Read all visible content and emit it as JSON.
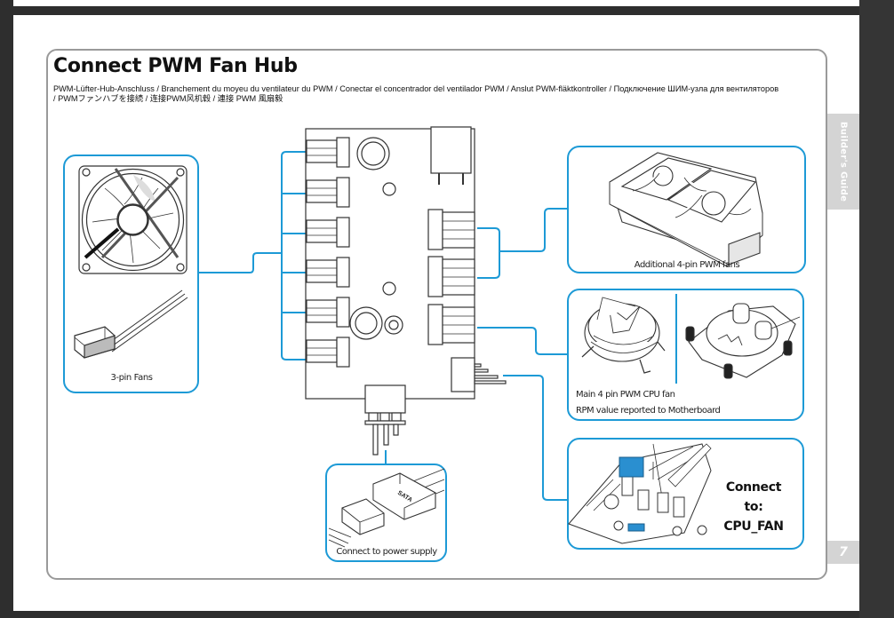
{
  "document": {
    "title": "Connect PWM Fan Hub",
    "subtitle": "PWM-Lüfter-Hub-Anschluss / Branchement du moyeu du ventilateur du PWM / Conectar el concentrador del ventilador PWM / Anslut PWM-fläktkontroller / Подключение ШИМ-узла для вентиляторов / PWMファンハブを接続 / 连接PWM风机毂 / 連接 PWM 風扇毅",
    "side_tab": "Builder's Guide",
    "page_number": "7"
  },
  "panels": {
    "three_pin": {
      "caption": "3-pin Fans"
    },
    "power": {
      "caption": "Connect to power supply",
      "connector_label": "SATA"
    },
    "additional": {
      "caption": "Additional  4-pin PWM fans"
    },
    "cpu_fan": {
      "caption_line1": "Main 4 pin PWM CPU fan",
      "caption_line2": "RPM value reported to Motherboard"
    },
    "motherboard": {
      "line1": "Connect to:",
      "line2": "CPU_FAN"
    }
  },
  "colors": {
    "accent": "#1d9ad6",
    "header_blue": "#2a8fd0",
    "frame": "#9a9a9a",
    "tab": "#d4d4d4"
  }
}
